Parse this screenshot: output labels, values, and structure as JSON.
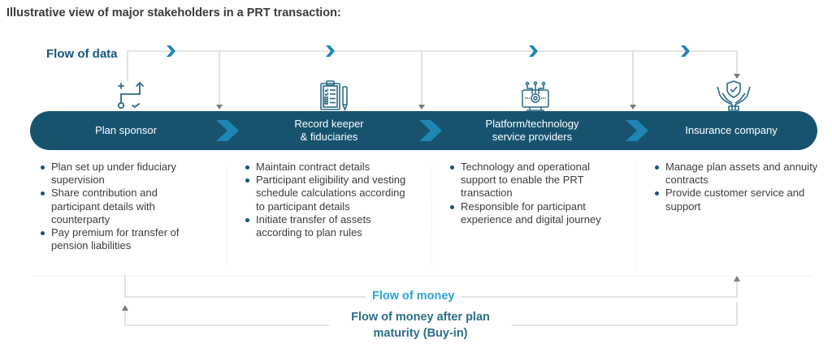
{
  "title": "Illustrative view of major stakeholders in a PRT transaction:",
  "flow_of_data_label": "Flow of data",
  "stages": [
    {
      "name": "Plan sponsor",
      "icon": "plan-strategy-icon",
      "bullets": [
        "Plan set up under fiduciary supervision",
        "Share contribution and participant details with counterparty",
        "Pay premium for transfer of pension liabilities"
      ]
    },
    {
      "name": "Record keeper & fiduciaries",
      "name_line1": "Record keeper",
      "name_line2": "& fiduciaries",
      "icon": "clipboard-checklist-icon",
      "bullets": [
        "Maintain contract details",
        "Participant eligibility and vesting schedule calculations according to participant details",
        "Initiate transfer of assets according to plan rules"
      ]
    },
    {
      "name": "Platform/technology service providers",
      "name_line1": "Platform/technology",
      "name_line2": "service providers",
      "icon": "tech-monitor-gear-icon",
      "bullets": [
        "Technology and operational support to enable the PRT transaction",
        "Responsible for participant experience and digital journey"
      ]
    },
    {
      "name": "Insurance company",
      "icon": "hands-shield-icon",
      "bullets": [
        "Manage plan assets and annuity contracts",
        "Provide customer service and support"
      ]
    }
  ],
  "flow_of_money_label": "Flow of money",
  "flow_of_money_buyin_line1": "Flow of money after plan",
  "flow_of_money_buyin_line2": "maturity (Buy-in)",
  "colors": {
    "band": "#17536f",
    "chevron": "#1f86b3",
    "flow_data_text": "#16587a",
    "flow_money_text": "#29a4d8",
    "buyin_text": "#2c6e8a",
    "connector": "#d0d0d0",
    "arrowhead": "#7a7a7a"
  }
}
